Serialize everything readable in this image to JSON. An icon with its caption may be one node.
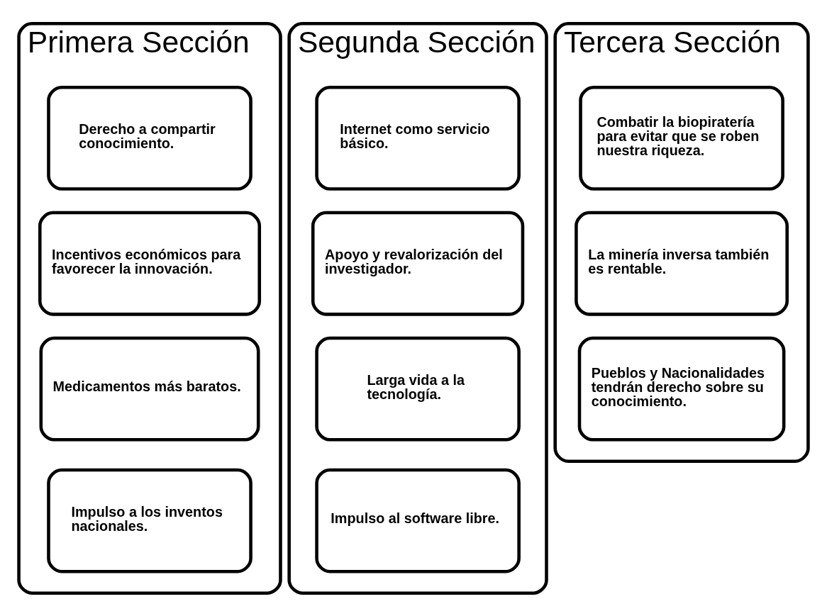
{
  "diagram": {
    "nodes": [
      {
        "text": [
          "Primera Sección"
        ]
      },
      {
        "text": [
          "Derecho a compartir conocimiento."
        ],
        "in": 0
      },
      {
        "text": [
          "Incentivos económicos para favorecer la innovación."
        ],
        "in": 0
      },
      {
        "text": [
          "Medicamentos más baratos."
        ],
        "in": 0
      },
      {
        "text": [
          "Impulso a los inventos nacionales."
        ],
        "in": 0
      },
      {
        "text": [
          "Segunda Sección"
        ]
      },
      {
        "text": [
          "Internet como servicio básico."
        ],
        "in": 5
      },
      {
        "text": [
          "Apoyo y revalorización del investigador."
        ],
        "in": 5
      },
      {
        "text": [
          "Larga vida a la tecnología."
        ],
        "in": 5
      },
      {
        "text": [
          "Impulso al software libre."
        ],
        "in": 5
      },
      {
        "text": [
          "Tercera Sección"
        ]
      },
      {
        "text": [
          "Combatir la biopiratería para evitar que se roben nuestra riqueza."
        ],
        "in": 10
      },
      {
        "text": [
          "La minería inversa también es rentable."
        ],
        "in": 10
      },
      {
        "text": [
          "Pueblos y Nacionalidades tendrán derecho sobre su conocimiento."
        ],
        "in": 10
      }
    ]
  }
}
